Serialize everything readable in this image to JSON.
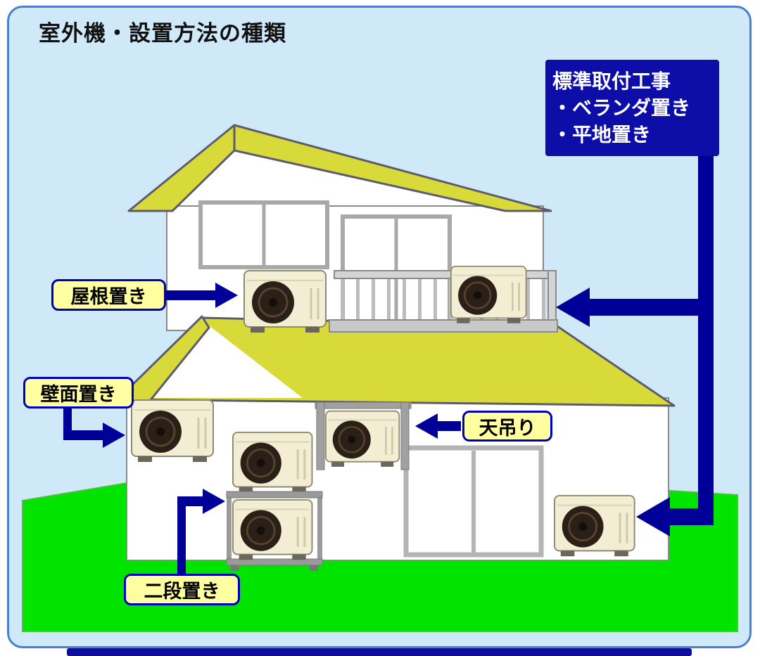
{
  "diagram": {
    "title": "室外機・設置方法の種類"
  },
  "info_box": {
    "lines": [
      "標準取付工事",
      "・ベランダ置き",
      "・平地置き"
    ]
  },
  "labels": {
    "roof": "屋根置き",
    "wall": "壁面置き",
    "ceiling": "天吊り",
    "two_tier": "二段置き"
  },
  "colors": {
    "frame_background": "#cfe9f8",
    "frame_border": "#4a7fd0",
    "roof_yellow": "#d8da3a",
    "grass_green": "#00e400",
    "arrow_navy": "#000099",
    "info_box_background": "#0d0da8",
    "info_box_text": "#ffffff",
    "label_background": "#ffffa2",
    "label_border": "#0000bb",
    "ac_unit_body": "#f3edd3",
    "ac_unit_fan": "#2b2017"
  }
}
